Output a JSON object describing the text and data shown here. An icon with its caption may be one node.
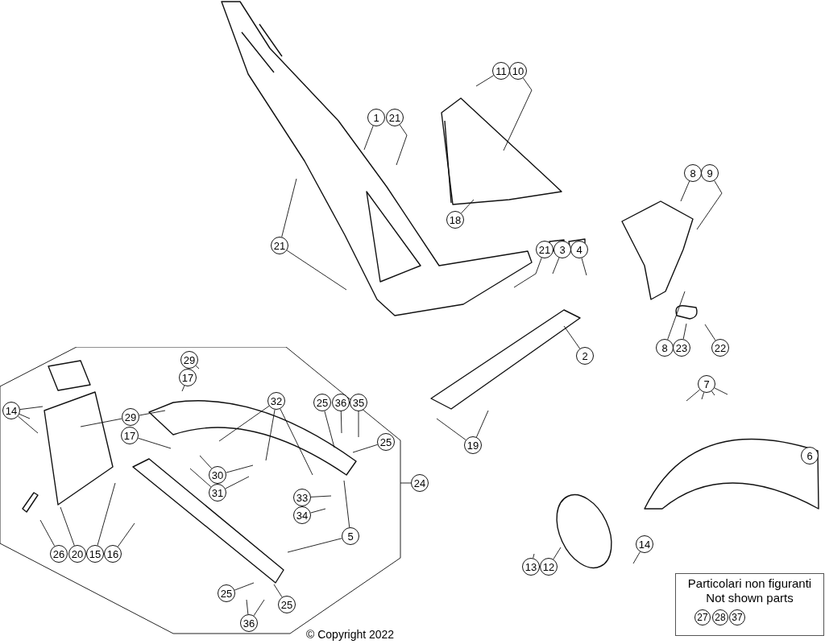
{
  "diagram": {
    "nodes": [
      {
        "text": [
          "1"
        ]
      },
      {
        "text": [
          "21"
        ]
      },
      {
        "text": [
          "11"
        ]
      },
      {
        "text": [
          "10"
        ]
      },
      {
        "text": [
          "18"
        ]
      },
      {
        "text": [
          "21"
        ]
      },
      {
        "text": [
          "21"
        ]
      },
      {
        "text": [
          "3"
        ]
      },
      {
        "text": [
          "4"
        ]
      },
      {
        "text": [
          "8"
        ]
      },
      {
        "text": [
          "9"
        ]
      },
      {
        "text": [
          "2"
        ]
      },
      {
        "text": [
          "8"
        ]
      },
      {
        "text": [
          "23"
        ]
      },
      {
        "text": [
          "22"
        ]
      },
      {
        "text": [],
        "shape": "octagon"
      },
      {
        "text": [
          "29"
        ],
        "in": 15
      },
      {
        "text": [
          "17"
        ],
        "in": 15
      },
      {
        "text": [
          "7"
        ]
      },
      {
        "text": [
          "14"
        ],
        "in": 15
      },
      {
        "text": [
          "29"
        ],
        "in": 15
      },
      {
        "text": [
          "17"
        ],
        "in": 15
      },
      {
        "text": [
          "32"
        ],
        "in": 15
      },
      {
        "text": [
          "25"
        ],
        "in": 15
      },
      {
        "text": [
          "36"
        ],
        "in": 15
      },
      {
        "text": [
          "35"
        ],
        "in": 15
      },
      {
        "text": [
          "25"
        ],
        "in": 15
      },
      {
        "text": [
          "19"
        ]
      },
      {
        "text": [
          "6"
        ]
      },
      {
        "text": [
          "30"
        ],
        "in": 15
      },
      {
        "text": [
          "31"
        ],
        "in": 15
      },
      {
        "text": [
          "24"
        ]
      },
      {
        "text": [
          "33"
        ],
        "in": 15
      },
      {
        "text": [
          "34"
        ],
        "in": 15
      },
      {
        "text": [
          "5"
        ],
        "in": 15
      },
      {
        "text": [
          "14"
        ]
      },
      {
        "text": [
          "26"
        ],
        "in": 15
      },
      {
        "text": [
          "20"
        ],
        "in": 15
      },
      {
        "text": [
          "15"
        ],
        "in": 15
      },
      {
        "text": [
          "16"
        ],
        "in": 15
      },
      {
        "text": [
          "13"
        ]
      },
      {
        "text": [
          "12"
        ]
      },
      {
        "text": [
          "Particolari non figuranti",
          "Not shown parts"
        ]
      },
      {
        "text": [
          "25"
        ],
        "in": 15
      },
      {
        "text": [
          "25"
        ],
        "in": 15
      },
      {
        "text": [
          "27"
        ],
        "in": 42
      },
      {
        "text": [
          "28"
        ],
        "in": 42
      },
      {
        "text": [
          "37"
        ],
        "in": 42
      },
      {
        "text": [
          "36"
        ],
        "in": 15
      }
    ],
    "edges": [
      {
        "from": 0,
        "to": null,
        "arrow": "none"
      },
      {
        "from": 1,
        "to": null,
        "arrow": "none"
      },
      {
        "from": 2,
        "to": null,
        "arrow": "none"
      },
      {
        "from": 3,
        "to": null,
        "arrow": "none"
      },
      {
        "from": 4,
        "to": null,
        "arrow": "none"
      },
      {
        "from": 5,
        "to": null,
        "arrow": "none"
      },
      {
        "from": 5,
        "to": null,
        "arrow": "none"
      },
      {
        "from": 6,
        "to": null,
        "arrow": "none"
      },
      {
        "from": 7,
        "to": null,
        "arrow": "none"
      },
      {
        "from": 8,
        "to": null,
        "arrow": "none"
      },
      {
        "from": 9,
        "to": null,
        "arrow": "none"
      },
      {
        "from": 10,
        "to": null,
        "arrow": "none"
      },
      {
        "from": 11,
        "to": null,
        "arrow": "none"
      },
      {
        "from": 12,
        "to": null,
        "arrow": "none"
      },
      {
        "from": 13,
        "to": null,
        "arrow": "none"
      },
      {
        "from": 14,
        "to": null,
        "arrow": "none"
      },
      {
        "from": 16,
        "to": null,
        "arrow": "none"
      },
      {
        "from": 17,
        "to": null,
        "arrow": "none"
      },
      {
        "from": 18,
        "to": null,
        "arrow": "none"
      },
      {
        "from": 18,
        "to": null,
        "arrow": "none"
      },
      {
        "from": 18,
        "to": null,
        "arrow": "none"
      },
      {
        "from": 18,
        "to": null,
        "arrow": "none"
      },
      {
        "from": 19,
        "to": null,
        "arrow": "none"
      },
      {
        "from": 19,
        "to": null,
        "arrow": "none"
      },
      {
        "from": 19,
        "to": null,
        "arrow": "none"
      },
      {
        "from": 20,
        "to": null,
        "arrow": "none"
      },
      {
        "from": 20,
        "to": null,
        "arrow": "none"
      },
      {
        "from": 21,
        "to": null,
        "arrow": "none"
      },
      {
        "from": 22,
        "to": null,
        "arrow": "none"
      },
      {
        "from": 22,
        "to": null,
        "arrow": "none"
      },
      {
        "from": 22,
        "to": null,
        "arrow": "none"
      },
      {
        "from": 23,
        "to": null,
        "arrow": "none"
      },
      {
        "from": 24,
        "to": null,
        "arrow": "none"
      },
      {
        "from": 25,
        "to": null,
        "arrow": "none"
      },
      {
        "from": 26,
        "to": null,
        "arrow": "none"
      },
      {
        "from": 27,
        "to": null,
        "arrow": "none"
      },
      {
        "from": 27,
        "to": null,
        "arrow": "none"
      },
      {
        "from": 29,
        "to": null,
        "arrow": "none"
      },
      {
        "from": 29,
        "to": null,
        "arrow": "none"
      },
      {
        "from": 30,
        "to": null,
        "arrow": "none"
      },
      {
        "from": 30,
        "to": null,
        "arrow": "none"
      },
      {
        "from": 31,
        "to": 15,
        "arrow": "none"
      },
      {
        "from": 32,
        "to": null,
        "arrow": "none"
      },
      {
        "from": 33,
        "to": null,
        "arrow": "none"
      },
      {
        "from": 34,
        "to": null,
        "arrow": "none"
      },
      {
        "from": 34,
        "to": null,
        "arrow": "none"
      },
      {
        "from": 35,
        "to": null,
        "arrow": "none"
      },
      {
        "from": 36,
        "to": null,
        "arrow": "none"
      },
      {
        "from": 37,
        "to": null,
        "arrow": "none"
      },
      {
        "from": 38,
        "to": null,
        "arrow": "none"
      },
      {
        "from": 39,
        "to": null,
        "arrow": "none"
      },
      {
        "from": 40,
        "to": null,
        "arrow": "none"
      },
      {
        "from": 41,
        "to": null,
        "arrow": "none"
      },
      {
        "from": 43,
        "to": null,
        "arrow": "none"
      },
      {
        "from": 44,
        "to": null,
        "arrow": "none"
      },
      {
        "from": 48,
        "to": null,
        "arrow": "none"
      },
      {
        "from": 48,
        "to": null,
        "arrow": "none"
      }
    ],
    "labels": [
      "© Copyright 2022"
    ]
  }
}
